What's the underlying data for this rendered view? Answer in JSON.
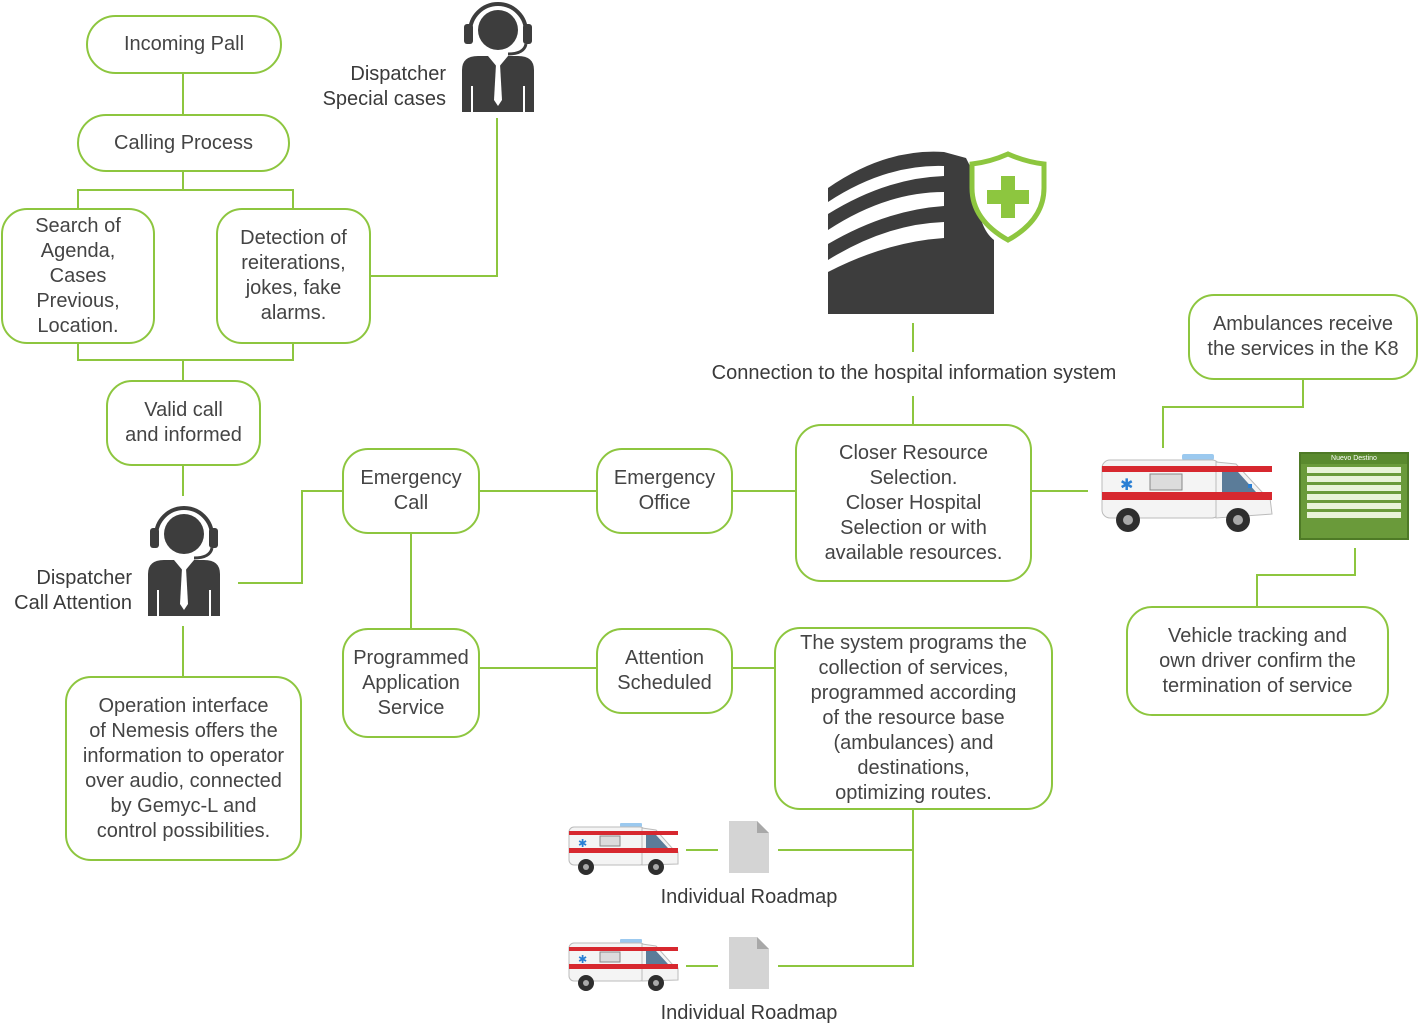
{
  "nodes": {
    "incoming_pall": "Incoming Pall",
    "calling_process": "Calling Process",
    "search_agenda": "Search of\nAgenda, Cases\nPrevious,\nLocation.",
    "detection": "Detection of\nreiterations,\njokes, fake\nalarms.",
    "valid_call": "Valid call\nand informed",
    "operation_interface": "Operation interface\nof Nemesis offers the\ninformation to operator\nover audio, connected\nby Gemyc-L and\ncontrol possibilities.",
    "emergency_call": "Emergency\nCall",
    "programmed_application": "Programmed\nApplication\nService",
    "emergency_office": "Emergency\nOffice",
    "attention_scheduled": "Attention\nScheduled",
    "closer_resource": "Closer Resource\nSelection.\nCloser Hospital\nSelection or with\navailable resources.",
    "system_programs": "The system programs the\ncollection of services,\nprogrammed according\nof the resource base\n(ambulances) and destinations,\noptimizing routes.",
    "ambulances_receive": "Ambulances receive\nthe services in the K8",
    "vehicle_tracking": "Vehicle tracking and\nown driver confirm the\ntermination of service"
  },
  "labels": {
    "dispatcher_special": "Dispatcher\nSpecial cases",
    "dispatcher_call": "Dispatcher\nCall Attention",
    "hospital_connection": "Connection to the hospital information system",
    "roadmap_1": "Individual Roadmap",
    "roadmap_2": "Individual Roadmap",
    "k8_screen_title": "Nuevo Destino"
  },
  "colors": {
    "accent_green": "#8dc63f",
    "icon_dark": "#3d3d3d",
    "ambulance_red": "#d7282f"
  },
  "icons": [
    "dispatcher-headset-icon",
    "hospital-building-icon",
    "medical-shield-icon",
    "ambulance-icon",
    "document-icon",
    "k8-terminal-screen"
  ]
}
